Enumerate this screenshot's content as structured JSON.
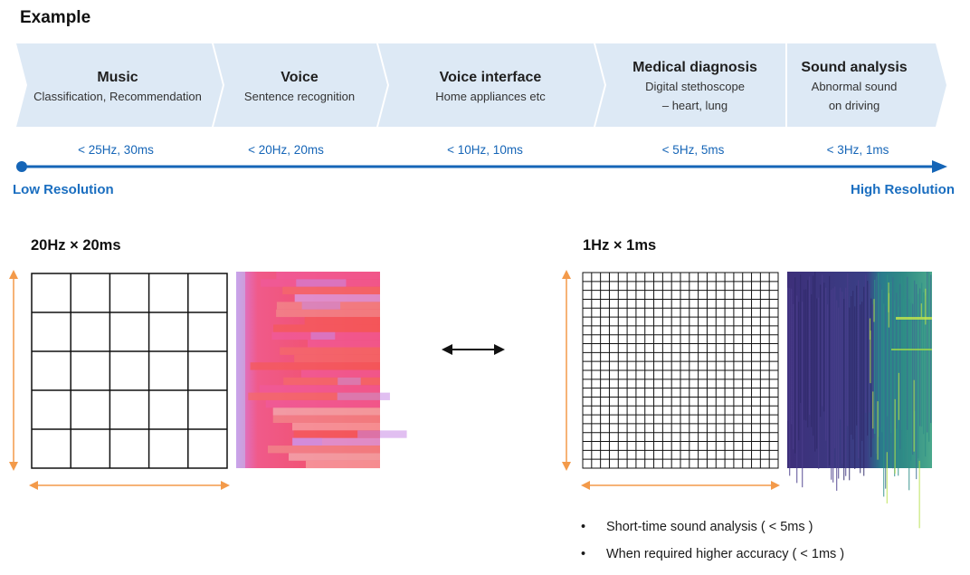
{
  "title": "Example",
  "segments": [
    {
      "heading": "Music",
      "sub1": "Classification, Recommendation",
      "sub2": "",
      "resolution": "< 25Hz, 30ms"
    },
    {
      "heading": "Voice",
      "sub1": "Sentence recognition",
      "sub2": "",
      "resolution": "< 20Hz, 20ms"
    },
    {
      "heading": "Voice interface",
      "sub1": "Home appliances etc",
      "sub2": "",
      "resolution": "< 10Hz, 10ms"
    },
    {
      "heading": "Medical diagnosis",
      "sub1": "Digital stethoscope",
      "sub2": "– heart, lung",
      "resolution": "< 5Hz, 5ms"
    },
    {
      "heading": "Sound analysis",
      "sub1": "Abnormal sound",
      "sub2": "on driving",
      "resolution": "< 3Hz, 1ms"
    }
  ],
  "axis": {
    "low_label": "Low Resolution",
    "high_label": "High Resolution"
  },
  "low_res": {
    "label": "20Hz × 20ms"
  },
  "high_res": {
    "label": "1Hz × 1ms"
  },
  "bullets": [
    "Short-time sound analysis ( < 5ms )",
    "When required higher accuracy ( < 1ms )"
  ],
  "colors": {
    "band": "#dde9f5",
    "axis": "#1565b7",
    "dim_arrow": "#f39a4a"
  },
  "icons": {
    "compare": "double-arrow-icon"
  }
}
